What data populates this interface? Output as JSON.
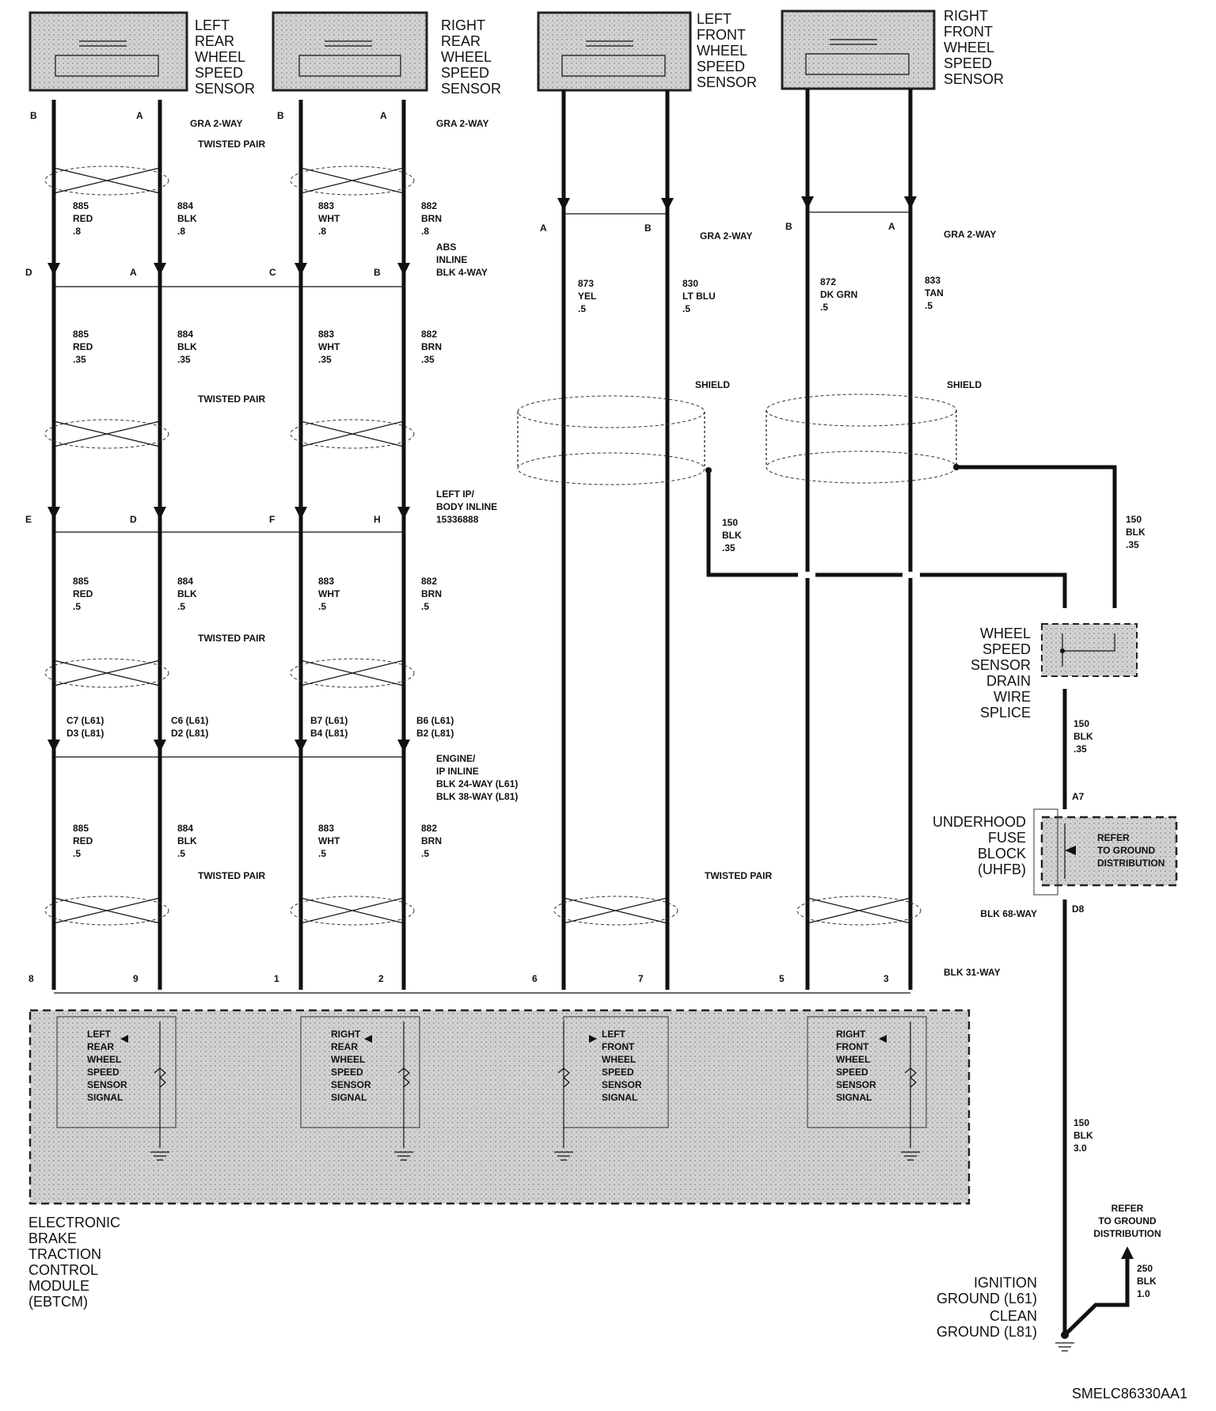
{
  "sensors": {
    "left_rear": {
      "lines": [
        "LEFT",
        "REAR",
        "WHEEL",
        "SPEED",
        "SENSOR"
      ]
    },
    "right_rear": {
      "lines": [
        "RIGHT",
        "REAR",
        "WHEEL",
        "SPEED",
        "SENSOR"
      ]
    },
    "left_front": {
      "lines": [
        "LEFT",
        "FRONT",
        "WHEEL",
        "SPEED",
        "SENSOR"
      ]
    },
    "right_front": {
      "lines": [
        "RIGHT",
        "FRONT",
        "WHEEL",
        "SPEED",
        "SENSOR"
      ]
    }
  },
  "labels": {
    "gra_2way": "GRA 2-WAY",
    "twisted_pair": "TWISTED PAIR",
    "shield": "SHIELD",
    "abs_inline": [
      "ABS",
      "INLINE",
      "BLK 4-WAY"
    ],
    "ip_inline": [
      "LEFT IP/",
      "BODY INLINE",
      "15336888"
    ],
    "engine_inline": [
      "ENGINE/",
      "IP INLINE",
      "BLK 24-WAY (L61)",
      "BLK 38-WAY (L81)"
    ],
    "blk_31way": "BLK 31-WAY"
  },
  "pins": {
    "p1": "B",
    "p2": "A",
    "p3": "D",
    "p4": "C",
    "p5": "E",
    "p6": "F",
    "p7": "H",
    "n1": "1",
    "n2": "2",
    "n3": "3",
    "n5": "5",
    "n6": "6",
    "n7": "7",
    "n8": "8",
    "n9": "9",
    "a7": "A7",
    "d8": "D8"
  },
  "wires": {
    "w885": {
      "num": "885",
      "color": "RED"
    },
    "w884": {
      "num": "884",
      "color": "BLK"
    },
    "w883": {
      "num": "883",
      "color": "WHT"
    },
    "w882": {
      "num": "882",
      "color": "BRN"
    },
    "w873": {
      "num": "873",
      "color": "YEL"
    },
    "w830": {
      "num": "830",
      "color": "LT BLU"
    },
    "w872": {
      "num": "872",
      "color": "DK GRN"
    },
    "w833": {
      "num": "833",
      "color": "TAN"
    },
    "w150": {
      "num": "150",
      "color": "BLK"
    },
    "w250": {
      "num": "250",
      "color": "BLK"
    },
    "g08": ".8",
    "g035": ".35",
    "g05": ".5",
    "g30": "3.0",
    "g10": "1.0",
    "pins": {
      "c7": "C7 (L61)",
      "d3": "D3 (L81)",
      "c6": "C6 (L61)",
      "d2": "D2 (L81)",
      "b7": "B7 (L61)",
      "b4": "B4 (L81)",
      "b6": "B6 (L61)",
      "b2": "B2 (L81)"
    }
  },
  "splice": {
    "lines": [
      "WHEEL",
      "SPEED",
      "SENSOR",
      "DRAIN",
      "WIRE",
      "SPLICE"
    ]
  },
  "uhfb": {
    "lines": [
      "UNDERHOOD",
      "FUSE",
      "BLOCK",
      "(UHFB)"
    ],
    "refer": [
      "REFER",
      "TO GROUND",
      "DISTRIBUTION"
    ],
    "connector": "BLK 68-WAY"
  },
  "ground": {
    "refer": [
      "REFER",
      "TO GROUND",
      "DISTRIBUTION"
    ],
    "lines": [
      "IGNITION",
      "GROUND (L61)",
      "CLEAN",
      "GROUND (L81)"
    ]
  },
  "module": {
    "lr": [
      "LEFT",
      "REAR",
      "WHEEL",
      "SPEED",
      "SENSOR",
      "SIGNAL"
    ],
    "rr": [
      "RIGHT",
      "REAR",
      "WHEEL",
      "SPEED",
      "SENSOR",
      "SIGNAL"
    ],
    "lf": [
      "LEFT",
      "FRONT",
      "WHEEL",
      "SPEED",
      "SENSOR",
      "SIGNAL"
    ],
    "rf": [
      "RIGHT",
      "FRONT",
      "WHEEL",
      "SPEED",
      "SENSOR",
      "SIGNAL"
    ]
  },
  "ebtcm": {
    "lines": [
      "ELECTRONIC",
      "BRAKE",
      "TRACTION",
      "CONTROL",
      "MODULE",
      "(EBTCM)"
    ]
  },
  "footer": {
    "code": "SMELC86330AA1"
  }
}
